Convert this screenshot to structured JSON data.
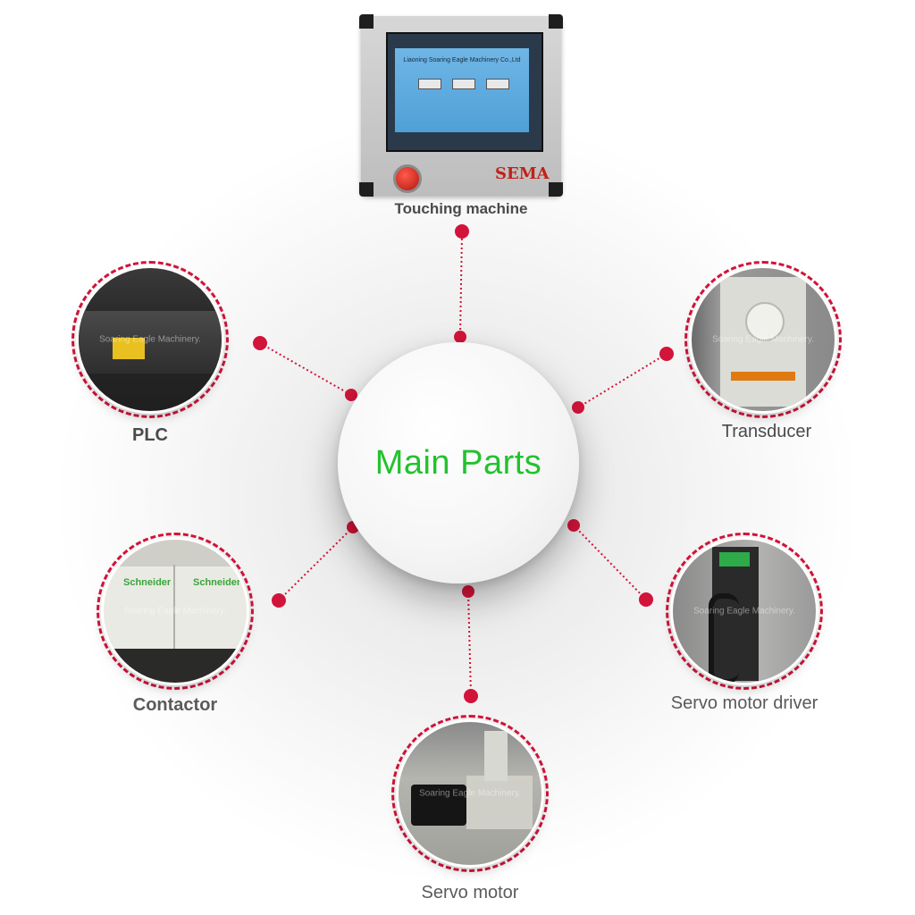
{
  "center": {
    "title": "Main Parts"
  },
  "parts": [
    {
      "id": "touching-machine",
      "label": "Touching machine"
    },
    {
      "id": "plc",
      "label": "PLC",
      "watermark": "Soaring Eagle Machinery."
    },
    {
      "id": "transducer",
      "label": "Transducer",
      "watermark": "Soaring Eagle Machinery."
    },
    {
      "id": "contactor",
      "label": "Contactor",
      "watermark": "Soaring Eagle Machinery."
    },
    {
      "id": "servo-motor-driver",
      "label": "Servo motor driver",
      "watermark": "Soaring Eagle Machinery."
    },
    {
      "id": "servo-motor",
      "label": "Servo motor",
      "watermark": "Soaring Eagle Machinery."
    }
  ],
  "touch_panel": {
    "screen_title": "Liaoning Soaring Eagle Machinery Co.,Ltd",
    "brand": "SEMA"
  },
  "colors": {
    "accent": "#d2143a",
    "title_green": "#22c22e",
    "label_gray": "#5a5a5a"
  }
}
